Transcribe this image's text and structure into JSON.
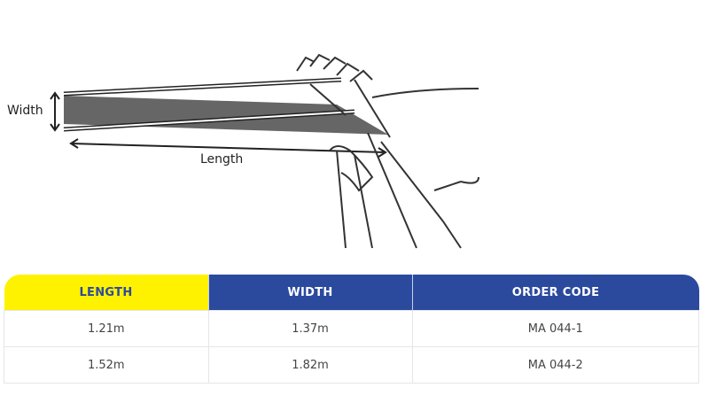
{
  "diagram": {
    "width_label": "Width",
    "length_label": "Length"
  },
  "table": {
    "headers": [
      "LENGTH",
      "WIDTH",
      "ORDER CODE"
    ],
    "rows": [
      [
        "1.21m",
        "1.37m",
        "MA 044-1"
      ],
      [
        "1.52m",
        "1.82m",
        "MA 044-2"
      ]
    ]
  },
  "colors": {
    "yellow": "#fff200",
    "blue": "#2b4a9e"
  }
}
